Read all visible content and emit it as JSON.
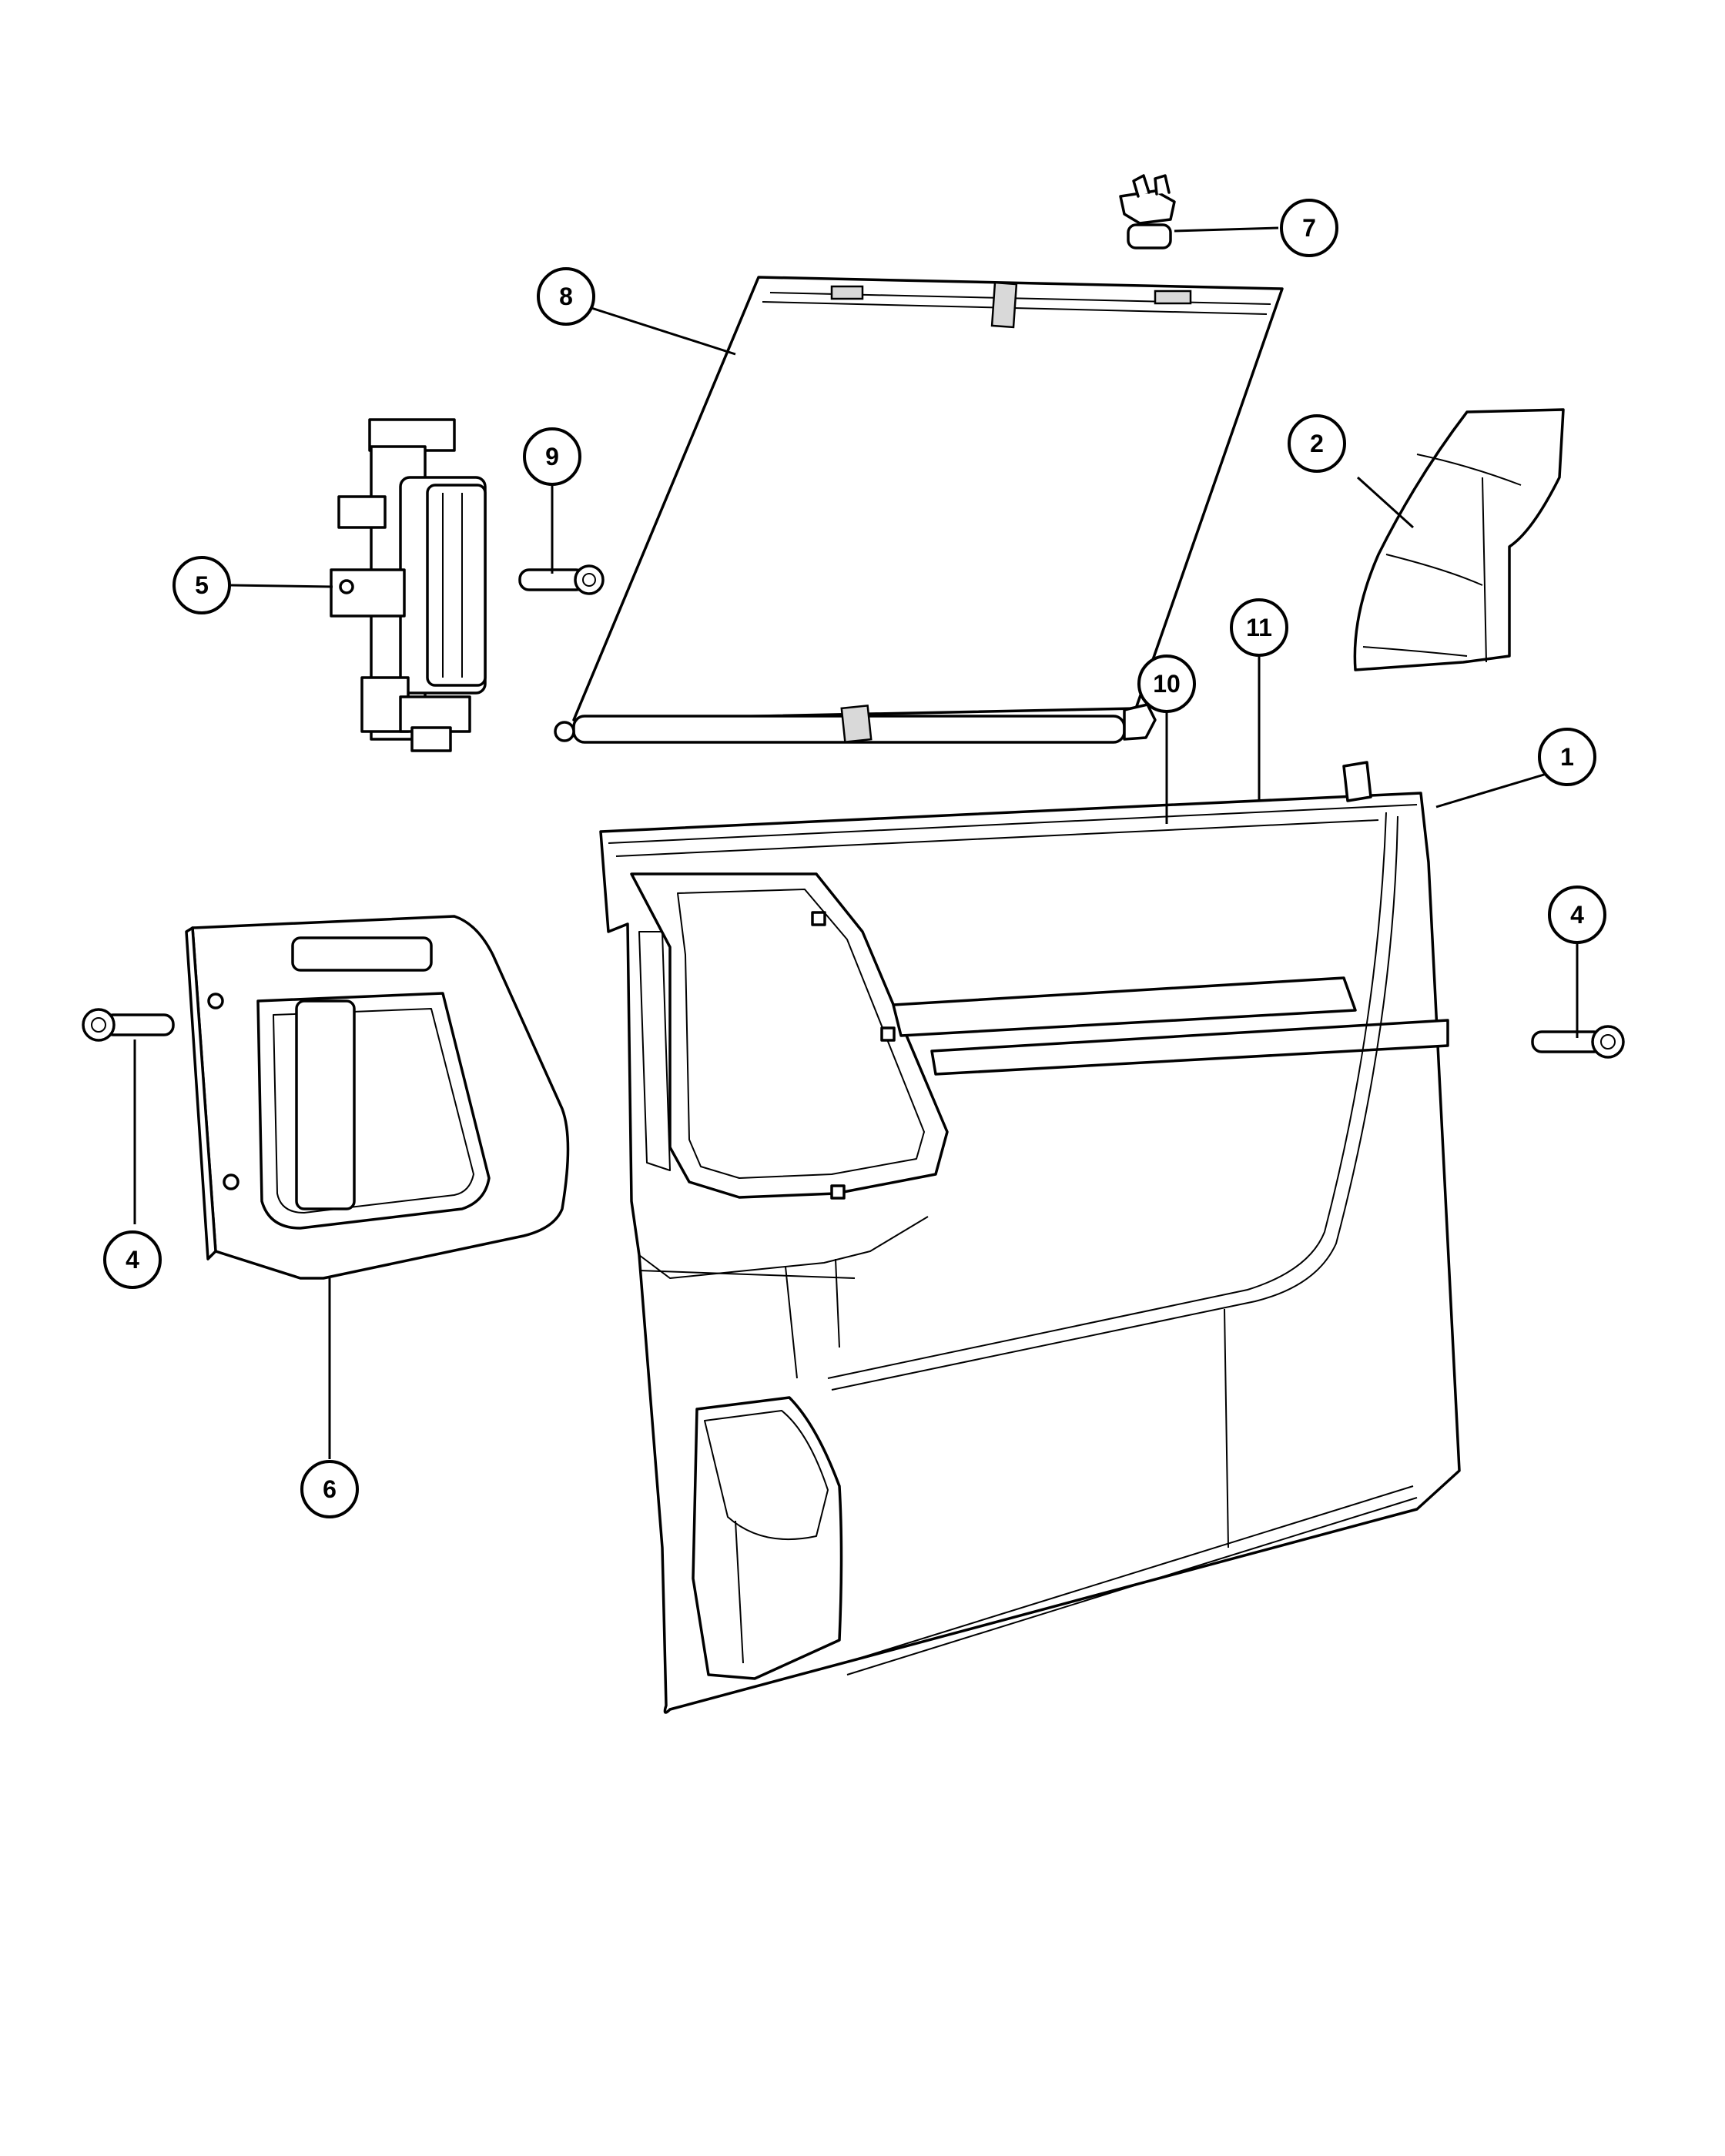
{
  "callouts": [
    {
      "id": "c1",
      "label": "1"
    },
    {
      "id": "c2",
      "label": "2"
    },
    {
      "id": "c4a",
      "label": "4"
    },
    {
      "id": "c4b",
      "label": "4"
    },
    {
      "id": "c5",
      "label": "5"
    },
    {
      "id": "c6",
      "label": "6"
    },
    {
      "id": "c7",
      "label": "7"
    },
    {
      "id": "c8",
      "label": "8"
    },
    {
      "id": "c9",
      "label": "9"
    },
    {
      "id": "c10",
      "label": "10"
    },
    {
      "id": "c11",
      "label": "11"
    }
  ]
}
